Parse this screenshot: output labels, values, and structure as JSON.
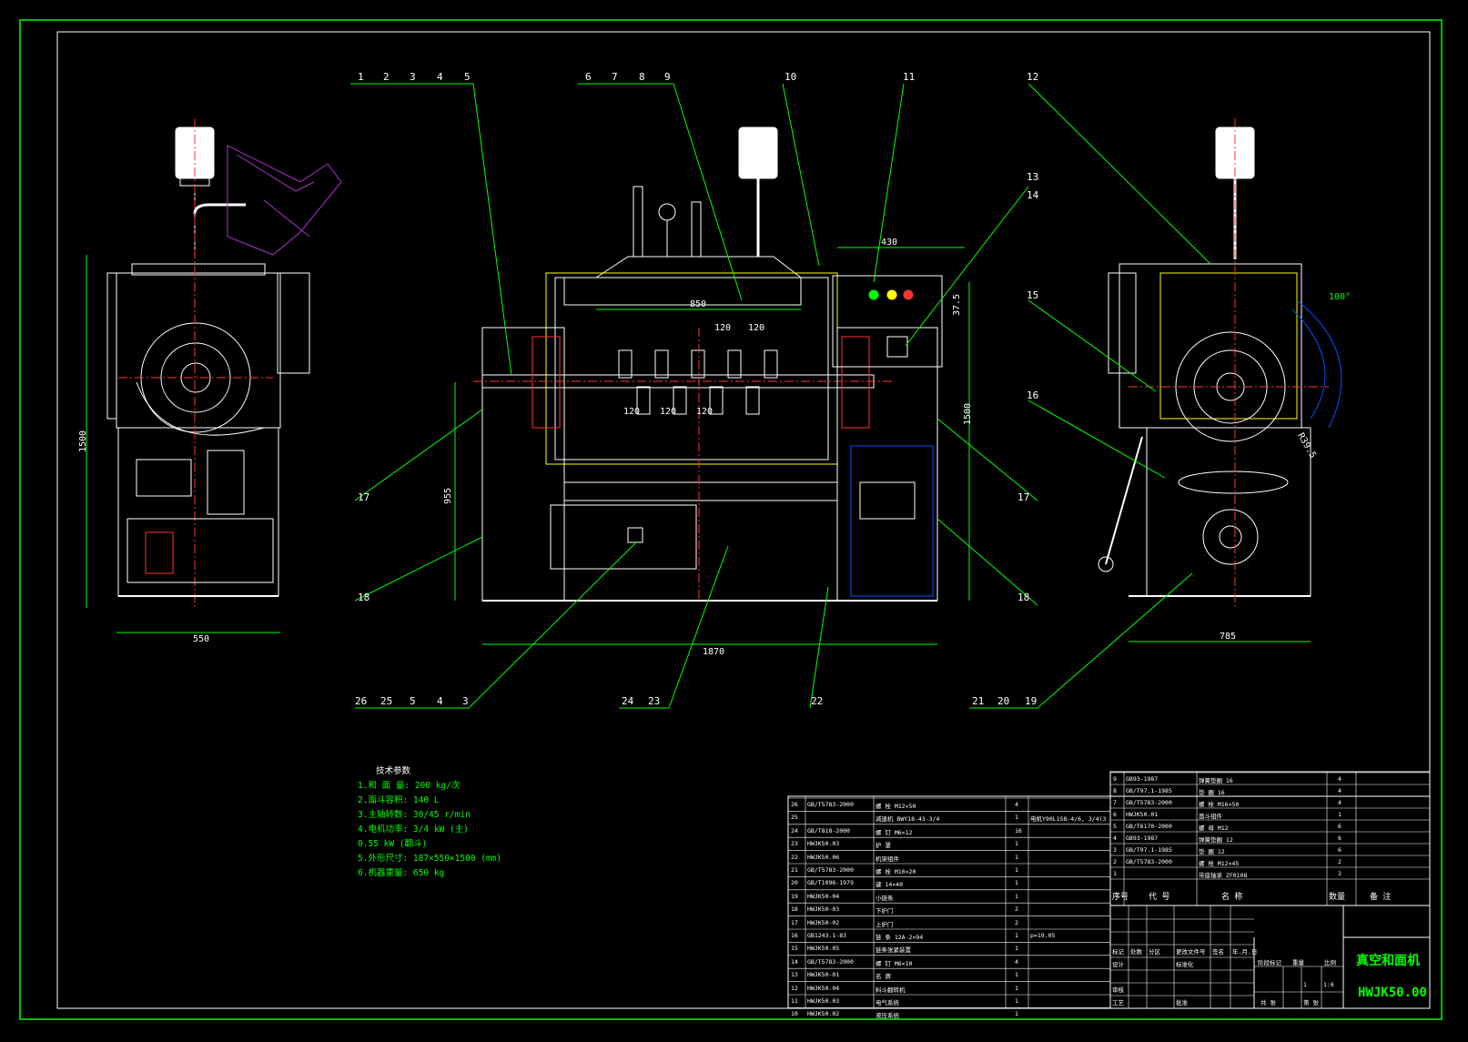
{
  "callouts_top": [
    "1",
    "2",
    "3",
    "4",
    "5",
    "6",
    "7",
    "8",
    "9",
    "10",
    "11",
    "12",
    "13",
    "14",
    "15",
    "16",
    "17",
    "17",
    "18",
    "18"
  ],
  "callouts_bottom": [
    "26",
    "25",
    "5",
    "4",
    "3",
    "24",
    "23",
    "22",
    "21",
    "20",
    "19"
  ],
  "dimensions": {
    "side_left_width": "550",
    "side_left_height": "1500",
    "front_width": "1870",
    "front_height_lower": "955",
    "front_height_right": "1500",
    "tank_width": "850",
    "box_width": "430",
    "box_height": "37.5",
    "right_width": "785",
    "angle": "100°",
    "pitch_a": "120",
    "pitch_b": "120",
    "pitch_c": "120",
    "pitch_d": "120",
    "pitch_e": "120",
    "radius": "R39.5"
  },
  "specs": {
    "heading": "技术参数",
    "lines": [
      "1.和 面 量:  200  kg/次",
      "2.面斗容积:  140  L",
      "3.主轴转数:  30/45 r/min",
      "4.电机功率:  3/4 kW (主)",
      "          0.55  kW (翻斗)",
      "5.外形尺寸: 187×550×1500 (mm)",
      "6.机器重量:  650  kg"
    ]
  },
  "bom_left": [
    [
      "26",
      "GB/T5783-2000",
      "螺  栓 M12×50",
      "4",
      ""
    ],
    [
      "25",
      "",
      "减速机  BWY18-43-3/4",
      "1",
      "电机Y90L1S8-4/6, 3/4(3"
    ],
    [
      "24",
      "GB/T818-2000",
      "螺  钉 M6×12",
      "16",
      ""
    ],
    [
      "23",
      "HWJK50.03",
      "护  罩",
      "1",
      ""
    ],
    [
      "22",
      "HWJK50.06",
      "机架组件",
      "1",
      ""
    ],
    [
      "21",
      "GB/T5783-2000",
      "螺  栓 M10×20",
      "1",
      ""
    ],
    [
      "20",
      "GB/T1096-1979",
      "键     14×40",
      "1",
      ""
    ],
    [
      "19",
      "HWJK50-04",
      "小链条",
      "1",
      ""
    ],
    [
      "18",
      "HWJK50-03",
      "下护门",
      "2",
      ""
    ],
    [
      "17",
      "HWJK50-02",
      "上护门",
      "2",
      ""
    ],
    [
      "16",
      "GB1243.1-83",
      "链  条 12A-2×94",
      "1",
      "p=19.05"
    ],
    [
      "15",
      "HWJK50.05",
      "链条张紧装置",
      "1",
      ""
    ],
    [
      "14",
      "GB/T5783-2000",
      "螺  钉 M6×10",
      "4",
      ""
    ],
    [
      "13",
      "HWJK50-01",
      "名  牌",
      "1",
      ""
    ],
    [
      "12",
      "HWJK50.04",
      "料斗翻转机",
      "1",
      ""
    ],
    [
      "11",
      "HWJK50.03",
      "电气系统",
      "1",
      ""
    ],
    [
      "10",
      "HWJK50.02",
      "液压系统",
      "1",
      ""
    ]
  ],
  "bom_right": [
    [
      "9",
      "GB93-1987",
      "弹簧垫圈 16",
      "4",
      ""
    ],
    [
      "8",
      "GB/T97.1-1985",
      "垫  圈 16",
      "4",
      ""
    ],
    [
      "7",
      "GB/T5783-2000",
      "螺  栓 M16×50",
      "4",
      ""
    ],
    [
      "6",
      "HWJK50.01",
      "面斗组件",
      "1",
      ""
    ],
    [
      "5",
      "GB/T6170-2000",
      "螺  母 M12",
      "6",
      ""
    ],
    [
      "4",
      "GB93-1987",
      "弹簧垫圈 12",
      "6",
      ""
    ],
    [
      "3",
      "GB/T97.1-1985",
      "垫  圈 12",
      "6",
      ""
    ],
    [
      "2",
      "GB/T5783-2000",
      "螺  栓 M12×45",
      "2",
      ""
    ],
    [
      "1",
      "",
      "带座轴承 ZF0108",
      "2",
      ""
    ]
  ],
  "bom_header": [
    "序号",
    "代    号",
    "名        称",
    "数量",
    "备  注"
  ],
  "title_block": {
    "name": "真空和面机",
    "code": "HWJK50.00",
    "scale": "1:6",
    "qty": "1",
    "labels": [
      "标记",
      "处数",
      "分区",
      "更改文件号",
      "签名",
      "年.月.日",
      "设计",
      "标准化",
      "阶段标记",
      "重量",
      "比例",
      "审核",
      "工艺",
      "批准",
      "共   张",
      "第   张"
    ]
  }
}
